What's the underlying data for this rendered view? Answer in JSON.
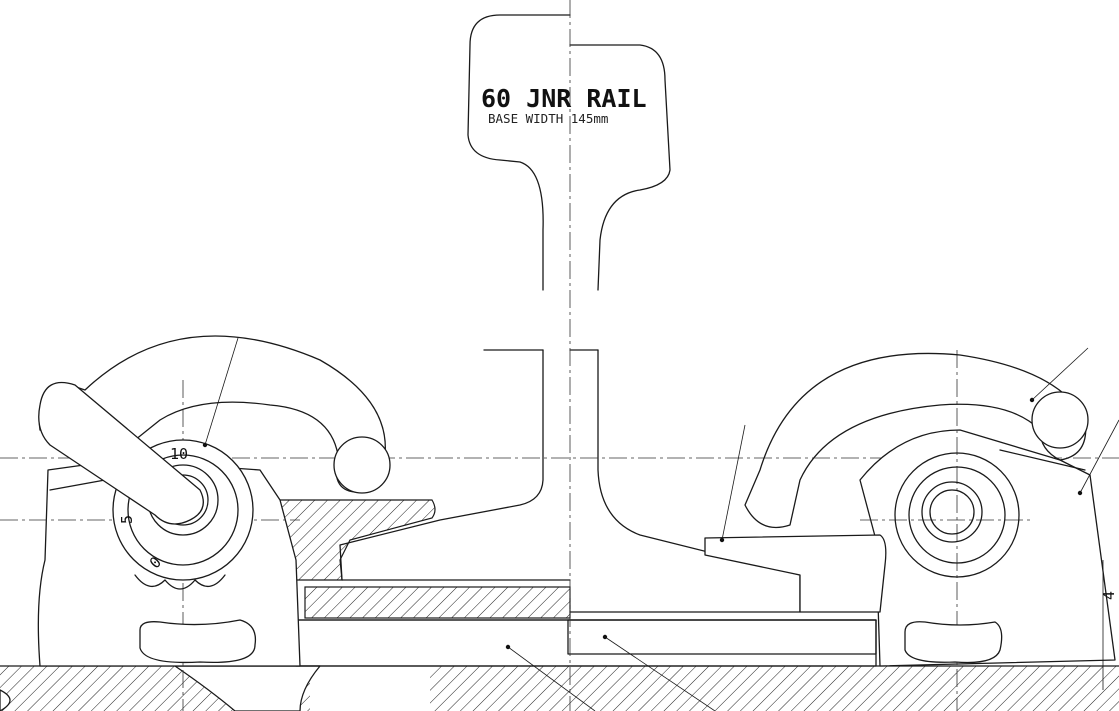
{
  "drawing": {
    "title": "60 JNR RAIL",
    "subtitle": "BASE WIDTH 145mm",
    "scale_labels": [
      "10",
      "5",
      "0"
    ],
    "edge_mark": "4"
  }
}
